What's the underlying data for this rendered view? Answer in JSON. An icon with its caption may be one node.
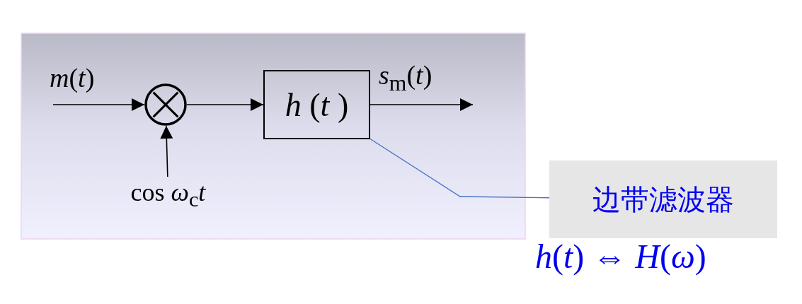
{
  "diagram": {
    "nodes": [
      {
        "text": [],
        "shape": "circle"
      },
      {
        "text": [
          "*h* (*t* )"
        ]
      },
      {
        "text": [
          "cos *ω*$_{c}$*t*"
        ]
      },
      {
        "text": [
          "边带滤波器"
        ],
        "beside": [
          "*h*(*t*) ⇔ *H*(*ω*)"
        ]
      }
    ],
    "edges": [
      {
        "from": null,
        "to": 0,
        "arrow": "to",
        "label": "*m*(*t*)"
      },
      {
        "from": 0,
        "to": 1,
        "arrow": "to"
      },
      {
        "from": 1,
        "to": null,
        "arrow": "to",
        "label": "*s*$_{m}$(*t*)"
      },
      {
        "from": 2,
        "to": 0,
        "arrow": "to"
      },
      {
        "from": 3,
        "to": 1,
        "arrow": "none",
        "color": "#4472c4"
      }
    ]
  }
}
